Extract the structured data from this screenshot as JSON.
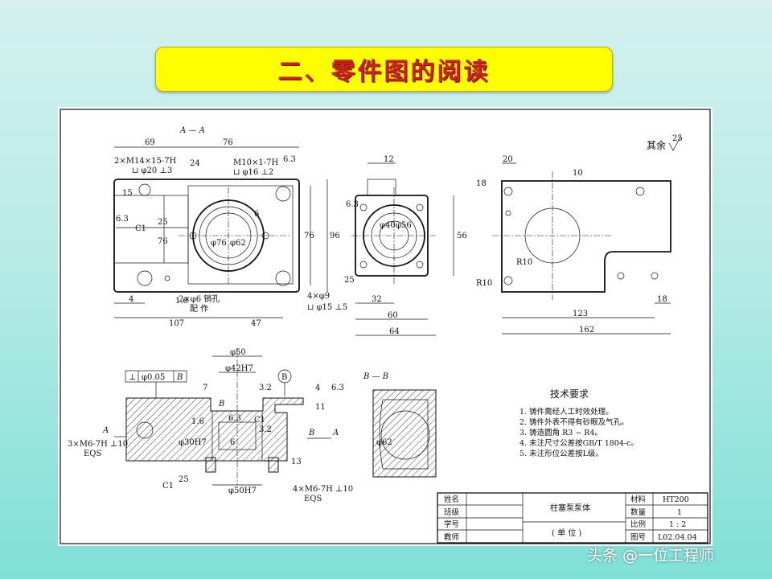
{
  "slide": {
    "title": "二、零件图的阅读",
    "watermark": "头条 @一位工程师"
  },
  "drawing": {
    "roughness": {
      "label": "其余",
      "value": "25"
    },
    "view_labels": {
      "aa": "A — A",
      "bb": "B — B",
      "b_circle": "B"
    },
    "front_view": {
      "dims": {
        "d69": "69",
        "d76top": "76",
        "d24": "24",
        "d76v": "76",
        "d96": "96",
        "d76left": "76",
        "d4": "4",
        "d107": "107",
        "d47": "47",
        "d15": "15",
        "d6": "6",
        "dia76": "φ76",
        "dia62": "φ62",
        "c1": "C1",
        "r1": "6.3",
        "r2": "6.3",
        "r3": "25",
        "r4": "1.6"
      },
      "callouts": {
        "thread1": "2×M14×15-7H",
        "thread1b": "⊔ φ20 ⊥3",
        "thread2": "M10×1-7H",
        "thread2b": "⊔ φ16 ⊥2",
        "pin": "2×φ6 销孔",
        "pin2": "配  作"
      }
    },
    "side_view": {
      "dims": {
        "d12": "12",
        "d56": "56",
        "d32": "32",
        "d60": "60",
        "d64": "64",
        "dia40": "φ40",
        "dia56": "φ56",
        "r1": "6.3",
        "r2": "25"
      },
      "callouts": {
        "holes": "4×φ9",
        "holes2": "⊔ φ15 ⊥5"
      }
    },
    "top_view": {
      "dims": {
        "d20": "20",
        "d18": "18",
        "d10": "10",
        "d123": "123",
        "d162": "162",
        "d18b": "18",
        "r10a": "R10",
        "r10b": "R10"
      }
    },
    "section_view": {
      "dims": {
        "dia50": "φ50",
        "dia42": "φ42H7",
        "dia30": "φ30H7",
        "dia50h7": "φ50H7",
        "d7": "7",
        "d4": "4",
        "d11": "11",
        "d13": "13",
        "d6": "6",
        "r32a": "3.2",
        "r32b": "3.2",
        "r16": "1.6",
        "r63a": "6.3",
        "r63b": "6.3",
        "r25": "25",
        "c1": "C1",
        "c1b": "C1",
        "a": "A",
        "b": "B",
        "b2": "B",
        "a2": "A"
      },
      "tolerance": {
        "symbol": "⊥",
        "value": "φ0.05",
        "datum": "B"
      },
      "callouts": {
        "thread1": "3×M6-7H ⊥10",
        "eqs1": "EQS",
        "thread2": "4×M6-7H ⊥10",
        "eqs2": "EQS"
      }
    },
    "bb_view": {
      "dims": {
        "dia62": "φ62"
      }
    },
    "requirements": {
      "heading": "技术要求",
      "items": [
        "1. 铸件需经人工时效处理。",
        "2. 铸件外表不得有砂眼及气孔。",
        "3. 铸造圆角 R3 ~ R4。",
        "4. 未注尺寸公差按GB/T 1804-c。",
        "5. 未注形位公差按L级。"
      ]
    },
    "title_block": {
      "row_labels": [
        "姓名",
        "班级",
        "学号",
        "教师"
      ],
      "part_name": "柱塞泵泵体",
      "unit": "( 单 位 )",
      "fields": [
        {
          "label": "材料",
          "value": "HT200"
        },
        {
          "label": "数量",
          "value": "1"
        },
        {
          "label": "比例",
          "value": "1 : 2"
        },
        {
          "label": "图号",
          "value": "L02.04.04"
        }
      ]
    }
  }
}
